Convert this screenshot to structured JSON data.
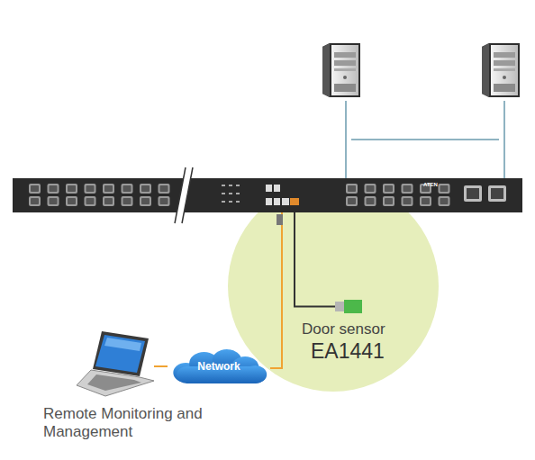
{
  "diagram": {
    "nodes": [
      {
        "text": [
          "Remote Monitoring and Management"
        ]
      },
      {
        "text": [
          "Network"
        ]
      },
      {
        "text": [
          "ATEN"
        ]
      },
      {
        "text": [
          "Door sensor",
          "EA1441"
        ]
      }
    ],
    "edges": [
      {
        "from": 0,
        "to": 1,
        "arrow": "none"
      },
      {
        "from": 1,
        "to": 2,
        "arrow": "none"
      },
      {
        "from": 2,
        "to": 3,
        "arrow": "none"
      }
    ]
  }
}
